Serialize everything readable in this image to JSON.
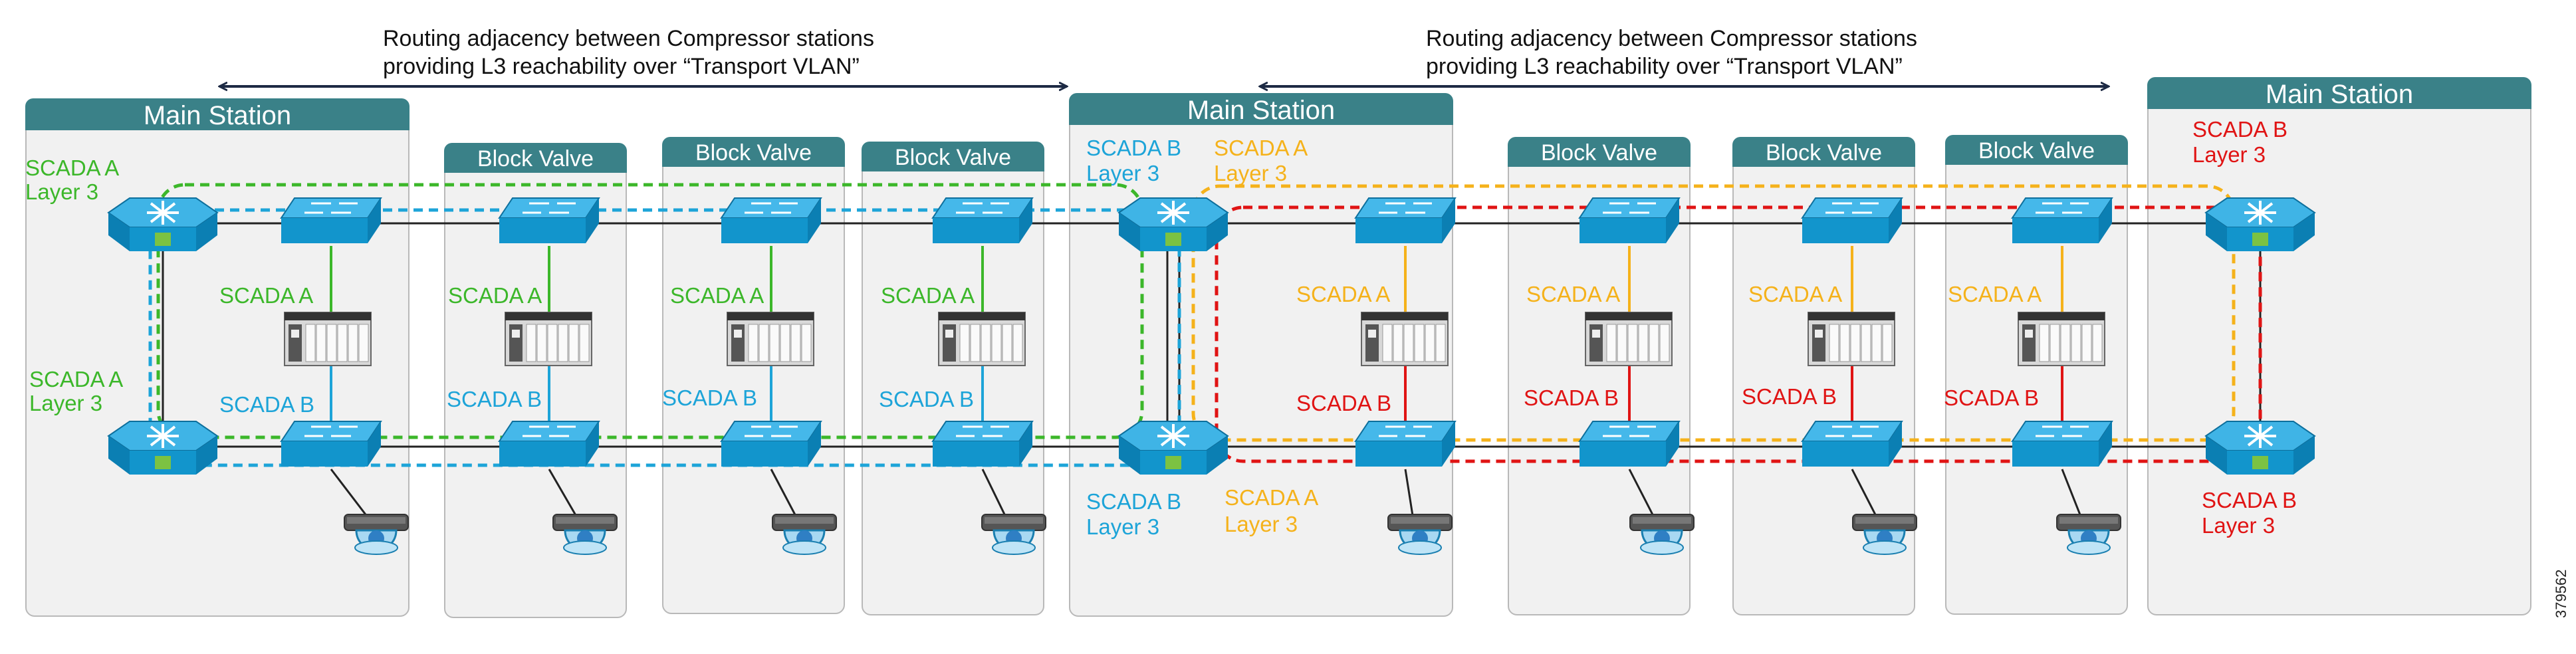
{
  "annotations": {
    "left_line1": "Routing adjacency between Compressor stations",
    "left_line2": "providing L3 reachability over “Transport VLAN”",
    "right_line1": "Routing adjacency between Compressor stations",
    "right_line2": "providing L3 reachability over “Transport VLAN”"
  },
  "stations": {
    "main_left": "Main Station",
    "bv1": "Block Valve",
    "bv2": "Block Valve",
    "bv3": "Block Valve",
    "main_center": "Main Station",
    "bv4": "Block Valve",
    "bv5": "Block Valve",
    "bv6": "Block Valve",
    "main_right": "Main Station"
  },
  "labels": {
    "scada_a": "SCADA A",
    "scada_b": "SCADA B",
    "layer3": "Layer 3"
  },
  "figure_id": "379562",
  "colors": {
    "scada_a_green": "#3cb72a",
    "scada_b_blue": "#1da4d8",
    "scada_a_orange": "#f5b21b",
    "scada_b_red": "#e01414",
    "header_teal": "#3a8188",
    "device_blue": "#1aa3dd",
    "l3_green_icon": "#7cc242"
  }
}
